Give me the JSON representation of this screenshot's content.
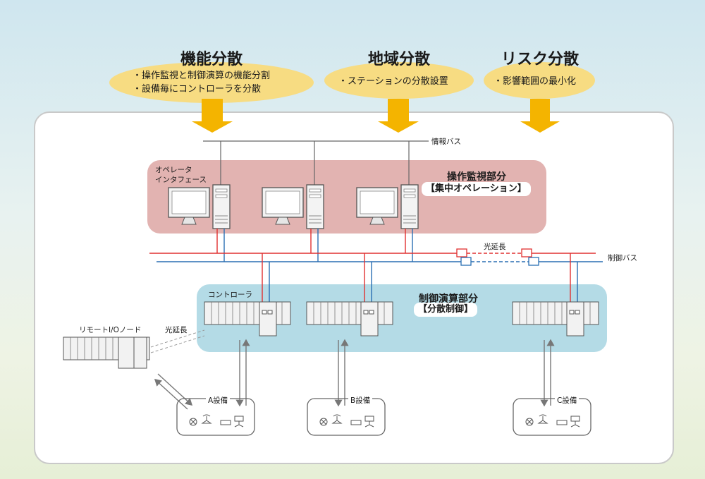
{
  "heading1": {
    "title": "機能分散",
    "bullets": [
      "・操作監視と制御演算の機能分割",
      "・設備毎にコントローラを分散"
    ]
  },
  "heading2": {
    "title": "地域分散",
    "bullets": [
      "・ステーションの分散設置"
    ]
  },
  "heading3": {
    "title": "リスク分散",
    "bullets": [
      "・影響範囲の最小化"
    ]
  },
  "info_bus_label": "情報バス",
  "operator_label_line1": "オペレータ",
  "operator_label_line2": "インタフェース",
  "ops_section": {
    "title": "操作監視部分",
    "subtitle": "【集中オペレーション】"
  },
  "fiber_label_top": "光延長",
  "control_bus_label": "制御バス",
  "controller_label": "コントローラ",
  "ctrl_section": {
    "title": "制御演算部分",
    "subtitle": "【分散制御】"
  },
  "remote_io_label": "リモートI/Oノード",
  "fiber_label_left": "光延長",
  "equipment": [
    "A設備",
    "B設備",
    "C設備"
  ],
  "colors": {
    "arrow": "#f4b400",
    "ellipse": "#f7dc82",
    "ops_region": "#e2b3b1",
    "ctrl_region": "#b4dbe6",
    "control_bus_red": "#e03030",
    "control_bus_blue": "#2a6fb3",
    "info_bus": "#666666"
  }
}
